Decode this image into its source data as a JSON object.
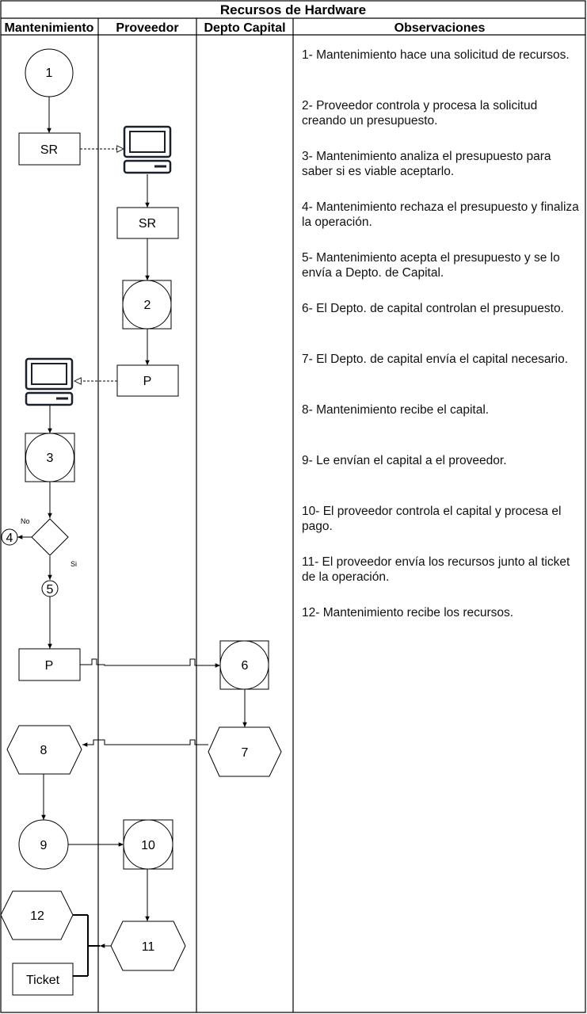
{
  "title": "Recursos de Hardware",
  "lanes": [
    "Mantenimiento",
    "Proveedor",
    "Depto Capital",
    "Observaciones"
  ],
  "nodes": {
    "n1": "1",
    "sr1": "SR",
    "sr2": "SR",
    "n2": "2",
    "p1": "P",
    "n3": "3",
    "n4": "4",
    "n5": "5",
    "p2": "P",
    "n6": "6",
    "n7": "7",
    "n8": "8",
    "n9": "9",
    "n10": "10",
    "n11": "11",
    "n12": "12",
    "ticket": "Ticket"
  },
  "decision": {
    "no_label": "No",
    "yes_label": "Si"
  },
  "icons": [
    "computer-icon",
    "computer-icon"
  ],
  "observations": [
    "1- Mantenimiento hace una solicitud de recursos.",
    "2- Proveedor controla y procesa la solicitud creando un presupuesto.",
    "3- Mantenimiento analiza el presupuesto para saber si es viable aceptarlo.",
    "4- Mantenimiento rechaza el presupuesto y finaliza la operación.",
    "5- Mantenimiento acepta el presupuesto y se lo envía a Depto. de Capital.",
    "6- El Depto. de capital controlan el presupuesto.",
    "7- El Depto. de capital envía el capital necesario.",
    "8- Mantenimiento recibe el capital.",
    "9- Le envían el capital a el proveedor.",
    "10- El proveedor controla el capital y procesa el pago.",
    "11- El proveedor envía los recursos junto al ticket de la operación.",
    "12- Mantenimiento recibe los recursos."
  ]
}
